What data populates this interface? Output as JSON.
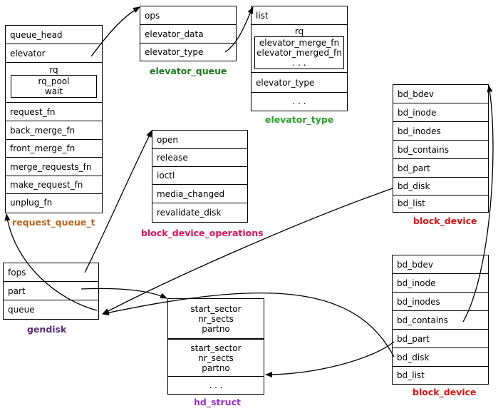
{
  "request_queue": {
    "title": "request_queue_t",
    "title_color": "#c0651c",
    "head_fields": [
      "queue_head",
      "elevator"
    ],
    "rq_label": "rq",
    "rq_inner": [
      "rq_pool",
      "wait"
    ],
    "fields": [
      "request_fn",
      "back_merge_fn",
      "front_merge_fn",
      "merge_requests_fn",
      "make_request_fn",
      "unplug_fn"
    ]
  },
  "elevator_queue": {
    "title": "elevator_queue",
    "title_color": "#1a7a1a",
    "fields": [
      "ops",
      "elevator_data",
      "elevator_type"
    ]
  },
  "elevator_type": {
    "title": "elevator_type",
    "title_color": "#2aa02a",
    "list_label": "list",
    "rq_label": "rq",
    "rq_inner": [
      "elevator_merge_fn",
      "elevator_merged_fn",
      ". . ."
    ],
    "fields": [
      "elevator_type",
      ". . ."
    ]
  },
  "block_device_operations": {
    "title": "block_device_operations",
    "title_color": "#e0105c",
    "fields": [
      "open",
      "release",
      "ioctl",
      "media_changed",
      "revalidate_disk"
    ]
  },
  "gendisk": {
    "title": "gendisk",
    "title_color": "#5a2a7a",
    "fields": [
      "fops",
      "part",
      "queue"
    ]
  },
  "hd_struct": {
    "title": "hd_struct",
    "title_color": "#9b30d0",
    "entries": [
      [
        "start_sector",
        "nr_sects",
        "partno"
      ],
      [
        "start_sector",
        "nr_sects",
        "partno"
      ]
    ],
    "more": ". . ."
  },
  "block_device_1": {
    "title": "block_device",
    "title_color": "#e01010",
    "fields": [
      "bd_bdev",
      "bd_inode",
      "bd_inodes",
      "bd_contains",
      "bd_part",
      "bd_disk",
      "bd_list"
    ]
  },
  "block_device_2": {
    "title": "block_device",
    "title_color": "#e01010",
    "fields": [
      "bd_bdev",
      "bd_inode",
      "bd_inodes",
      "bd_contains",
      "bd_part",
      "bd_disk",
      "bd_list"
    ]
  }
}
